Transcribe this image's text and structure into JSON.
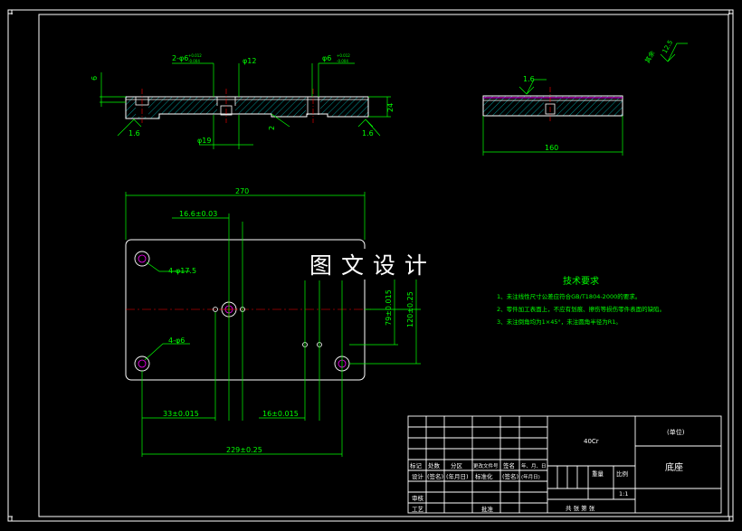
{
  "colors": {
    "background": "#000000",
    "outline": "#ffffff",
    "dimension": "#00ff00",
    "centerline": "#ff0000",
    "hatch": "#00bbbb",
    "hole": "#ff00ff",
    "text_green": "#00ff00",
    "text_cyan": "#00ffff"
  },
  "watermark": "图 文 设 计",
  "front_view": {
    "dims": {
      "hole_spec_left": "2-φ6",
      "hole_tol_left": "+0.012\n-0.004",
      "bore_top": "φ12",
      "hole_spec_right": "φ6",
      "hole_tol_right": "+0.012\n-0.004",
      "left_height": "6",
      "right_height": "24",
      "bottom_bore": "φ19",
      "step_small": "2",
      "rough_left": "1.6",
      "rough_right": "1.6"
    }
  },
  "side_view": {
    "dims": {
      "width": "160",
      "rough": "1.6"
    }
  },
  "surface_finish": {
    "value": "12.5",
    "note": "其余"
  },
  "plan_view": {
    "dims": {
      "overall_width": "270",
      "offset_top": "16.6±0.03",
      "holes_large": "4-φ17.5",
      "holes_small": "4-φ6",
      "span_79": "79±0.015",
      "span_120": "120±0.25",
      "left_33": "33±0.015",
      "mid_16": "16±0.015",
      "bottom_229": "229±0.25"
    }
  },
  "tech_req": {
    "title": "技术要求",
    "items": [
      "1、未注线性尺寸公差应符合GB/T1804-2000的要求。",
      "2、零件加工表面上，不应有划痕、擦伤等损伤零件表面的缺陷。",
      "3、未注倒角均为1×45°，未注圆角半径为R1。"
    ]
  },
  "title_block": {
    "material": "40Cr",
    "school": "(单位)",
    "part_name": "底座",
    "header_cells": [
      "标记",
      "处数",
      "分区",
      "更改文件号",
      "签名",
      "年、月、日"
    ],
    "row_design": [
      "设计",
      "(签名)",
      "(年月日)",
      "标准化",
      "(签名)",
      "(年月日)"
    ],
    "label_review": "审核",
    "label_process": "工艺",
    "label_approve": "批准",
    "label_weight": "重量",
    "label_scale": "比例",
    "scale_value": "1:1",
    "sheet_info": "共 张  第 张"
  }
}
